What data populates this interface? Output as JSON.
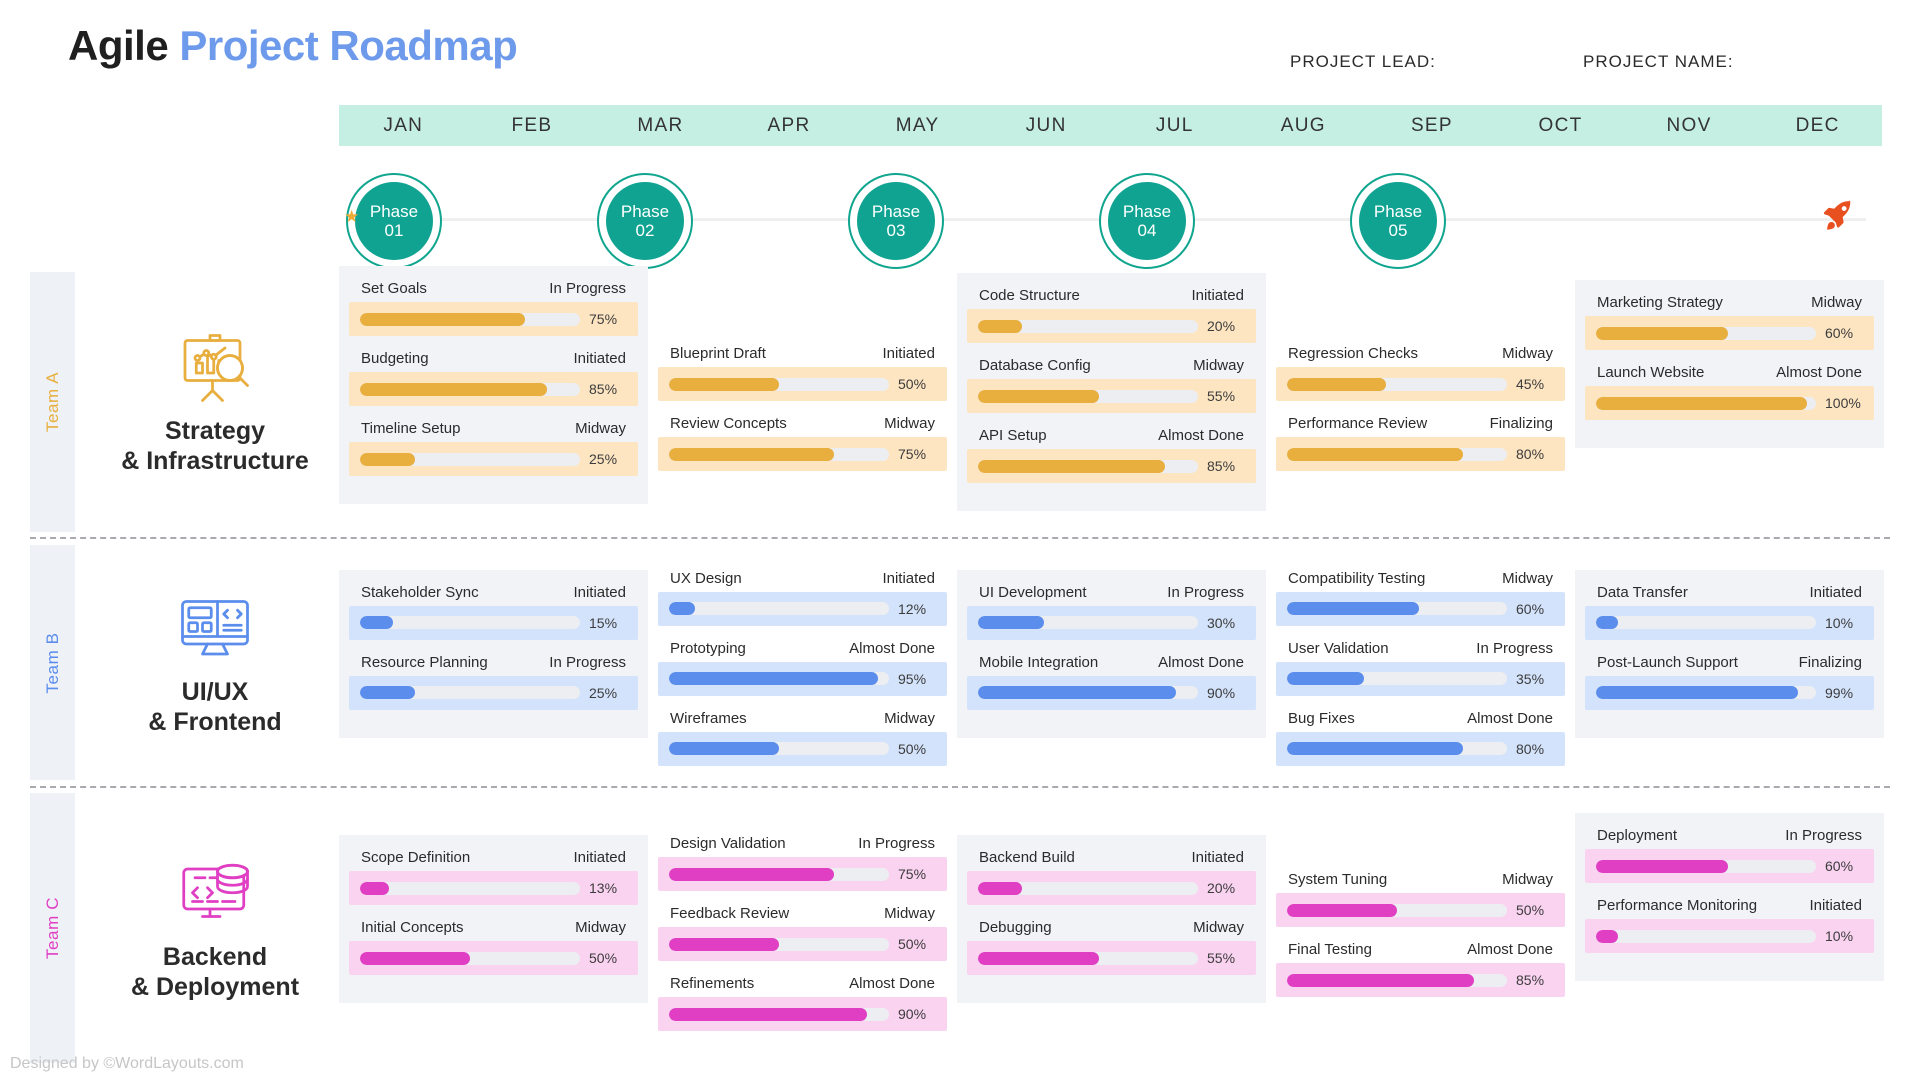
{
  "header": {
    "title_part1": "Agile",
    "title_part2": "Project Roadmap",
    "project_lead_label": "PROJECT LEAD:",
    "project_name_label": "PROJECT NAME:"
  },
  "colors": {
    "accent_blue": "#6e9aec",
    "month_bar": "#c6efe4",
    "phase_teal": "#10a392",
    "team_a": "#e8ae3e",
    "team_a_band": "#fde5c2",
    "team_b": "#5b8ded",
    "team_b_band": "#d3e3fb",
    "team_c": "#e03fc4",
    "team_c_band": "#fad3f1",
    "track": "#eceef1",
    "card_shade": "#f1f3f7",
    "rocket": "#e8501f",
    "star": "#efaa33"
  },
  "timeline": {
    "months": [
      "JAN",
      "FEB",
      "MAR",
      "APR",
      "MAY",
      "JUN",
      "JUL",
      "AUG",
      "SEP",
      "OCT",
      "NOV",
      "DEC"
    ],
    "start_icon": "star-icon",
    "end_icon": "rocket-icon",
    "phases": [
      {
        "label": "Phase",
        "number": "01"
      },
      {
        "label": "Phase",
        "number": "02"
      },
      {
        "label": "Phase",
        "number": "03"
      },
      {
        "label": "Phase",
        "number": "04"
      },
      {
        "label": "Phase",
        "number": "05"
      }
    ]
  },
  "teams": [
    {
      "tab": "Team A",
      "name_line1": "Strategy",
      "name_line2": "& Infrastructure",
      "icon": "presentation-chart-search-icon",
      "color": "#e8ae3e",
      "band": "#fde5c2",
      "columns": [
        {
          "shaded": true,
          "tasks": [
            {
              "name": "Set Goals",
              "status": "In Progress",
              "percent": 75,
              "pct_label": "75%"
            },
            {
              "name": "Budgeting",
              "status": "Initiated",
              "percent": 85,
              "pct_label": "85%"
            },
            {
              "name": "Timeline Setup",
              "status": "Midway",
              "percent": 25,
              "pct_label": "25%"
            }
          ]
        },
        {
          "shaded": false,
          "tasks": [
            {
              "name": "Blueprint Draft",
              "status": "Initiated",
              "percent": 50,
              "pct_label": "50%"
            },
            {
              "name": "Review Concepts",
              "status": "Midway",
              "percent": 75,
              "pct_label": "75%"
            }
          ]
        },
        {
          "shaded": true,
          "tasks": [
            {
              "name": "Code Structure",
              "status": "Initiated",
              "percent": 20,
              "pct_label": "20%"
            },
            {
              "name": "Database Config",
              "status": "Midway",
              "percent": 55,
              "pct_label": "55%"
            },
            {
              "name": "API Setup",
              "status": "Almost Done",
              "percent": 85,
              "pct_label": "85%"
            }
          ]
        },
        {
          "shaded": false,
          "tasks": [
            {
              "name": "Regression Checks",
              "status": "Midway",
              "percent": 45,
              "pct_label": "45%"
            },
            {
              "name": "Performance Review",
              "status": "Finalizing",
              "percent": 80,
              "pct_label": "80%"
            }
          ]
        },
        {
          "shaded": true,
          "tasks": [
            {
              "name": "Marketing Strategy",
              "status": "Midway",
              "percent": 60,
              "pct_label": "60%"
            },
            {
              "name": "Launch Website",
              "status": "Almost Done",
              "percent": 96,
              "pct_label": "100%"
            }
          ]
        }
      ]
    },
    {
      "tab": "Team B",
      "name_line1": "UI/UX",
      "name_line2": "& Frontend",
      "icon": "monitor-code-layout-icon",
      "color": "#5b8ded",
      "band": "#d3e3fb",
      "columns": [
        {
          "shaded": true,
          "tasks": [
            {
              "name": "Stakeholder Sync",
              "status": "Initiated",
              "percent": 15,
              "pct_label": "15%"
            },
            {
              "name": "Resource Planning",
              "status": "In Progress",
              "percent": 25,
              "pct_label": "25%"
            }
          ]
        },
        {
          "shaded": false,
          "tasks": [
            {
              "name": "UX Design",
              "status": "Initiated",
              "percent": 12,
              "pct_label": "12%"
            },
            {
              "name": "Prototyping",
              "status": "Almost Done",
              "percent": 95,
              "pct_label": "95%"
            },
            {
              "name": "Wireframes",
              "status": "Midway",
              "percent": 50,
              "pct_label": "50%"
            }
          ]
        },
        {
          "shaded": true,
          "tasks": [
            {
              "name": "UI Development",
              "status": "In Progress",
              "percent": 30,
              "pct_label": "30%"
            },
            {
              "name": "Mobile Integration",
              "status": "Almost Done",
              "percent": 90,
              "pct_label": "90%"
            }
          ]
        },
        {
          "shaded": false,
          "tasks": [
            {
              "name": "Compatibility Testing",
              "status": "Midway",
              "percent": 60,
              "pct_label": "60%"
            },
            {
              "name": "User Validation",
              "status": "In Progress",
              "percent": 35,
              "pct_label": "35%"
            },
            {
              "name": "Bug Fixes",
              "status": "Almost Done",
              "percent": 80,
              "pct_label": "80%"
            }
          ]
        },
        {
          "shaded": true,
          "tasks": [
            {
              "name": "Data Transfer",
              "status": "Initiated",
              "percent": 10,
              "pct_label": "10%"
            },
            {
              "name": "Post-Launch Support",
              "status": "Finalizing",
              "percent": 92,
              "pct_label": "99%"
            }
          ]
        }
      ]
    },
    {
      "tab": "Team C",
      "name_line1": "Backend",
      "name_line2": "& Deployment",
      "icon": "monitor-database-code-icon",
      "color": "#e03fc4",
      "band": "#fad3f1",
      "columns": [
        {
          "shaded": true,
          "tasks": [
            {
              "name": "Scope Definition",
              "status": "Initiated",
              "percent": 13,
              "pct_label": "13%"
            },
            {
              "name": "Initial Concepts",
              "status": "Midway",
              "percent": 50,
              "pct_label": "50%"
            }
          ]
        },
        {
          "shaded": false,
          "tasks": [
            {
              "name": "Design Validation",
              "status": "In Progress",
              "percent": 75,
              "pct_label": "75%"
            },
            {
              "name": "Feedback Review",
              "status": "Midway",
              "percent": 50,
              "pct_label": "50%"
            },
            {
              "name": "Refinements",
              "status": "Almost Done",
              "percent": 90,
              "pct_label": "90%"
            }
          ]
        },
        {
          "shaded": true,
          "tasks": [
            {
              "name": "Backend Build",
              "status": "Initiated",
              "percent": 20,
              "pct_label": "20%"
            },
            {
              "name": "Debugging",
              "status": "Midway",
              "percent": 55,
              "pct_label": "55%"
            }
          ]
        },
        {
          "shaded": false,
          "tasks": [
            {
              "name": "System Tuning",
              "status": "Midway",
              "percent": 50,
              "pct_label": "50%"
            },
            {
              "name": "Final Testing",
              "status": "Almost Done",
              "percent": 85,
              "pct_label": "85%"
            }
          ]
        },
        {
          "shaded": true,
          "tasks": [
            {
              "name": "Deployment",
              "status": "In Progress",
              "percent": 60,
              "pct_label": "60%"
            },
            {
              "name": "Performance Monitoring",
              "status": "Initiated",
              "percent": 10,
              "pct_label": "10%"
            }
          ]
        }
      ]
    }
  ],
  "footer": {
    "credit": "Designed by ©WordLayouts.com"
  }
}
